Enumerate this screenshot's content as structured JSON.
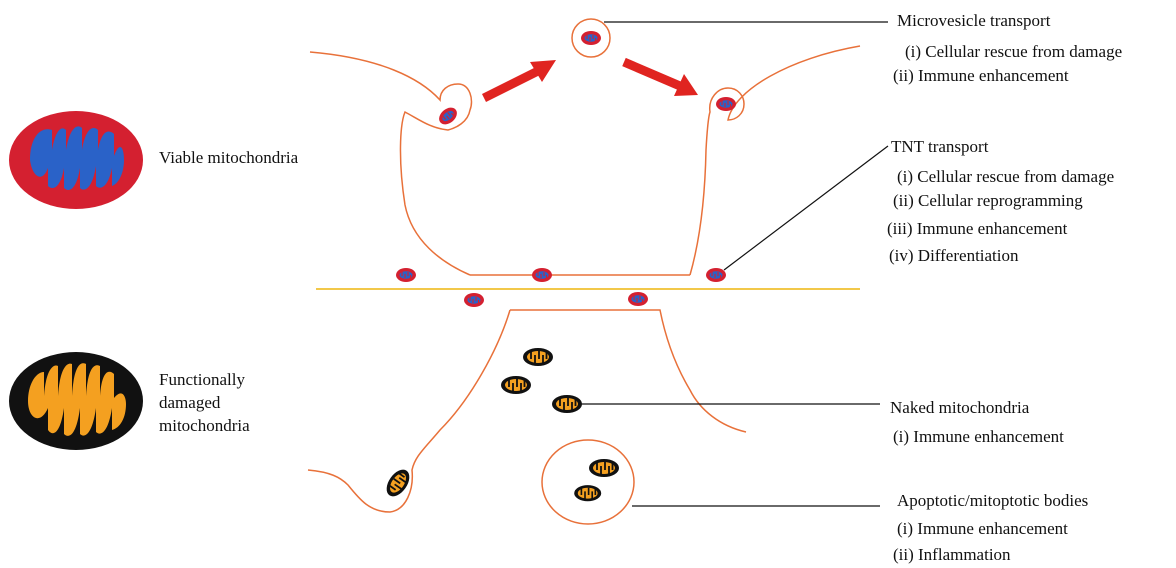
{
  "colors": {
    "membrane": "#e8713a",
    "tnt_line": "#f0c030",
    "arrow": "#e02420",
    "viable_outer": "#d42030",
    "viable_inner": "#2a62c8",
    "damaged_outer": "#111111",
    "damaged_inner": "#f4a020",
    "leader": "#111111"
  },
  "legend": {
    "viable": "Viable mitochondria",
    "damaged_lines": [
      "Functionally",
      "damaged",
      "mitochondria"
    ]
  },
  "groups": {
    "microvesicle": {
      "title": "Microvesicle transport",
      "items": [
        "(i) Cellular rescue from damage",
        "(ii) Immune enhancement"
      ]
    },
    "tnt": {
      "title": "TNT transport",
      "items": [
        "(i) Cellular rescue from damage",
        "(ii) Cellular reprogramming",
        "(iii) Immune enhancement",
        "(iv) Differentiation"
      ]
    },
    "naked": {
      "title": "Naked mitochondria",
      "items": [
        "(i) Immune enhancement"
      ]
    },
    "apoptotic": {
      "title": "Apoptotic/mitoptotic bodies",
      "items": [
        "(i) Immune enhancement",
        "(ii) Inflammation"
      ]
    }
  },
  "icons": {
    "viable": "viable-mitochondrion-icon",
    "damaged": "damaged-mitochondrion-icon",
    "arrow": "red-arrow-icon"
  }
}
